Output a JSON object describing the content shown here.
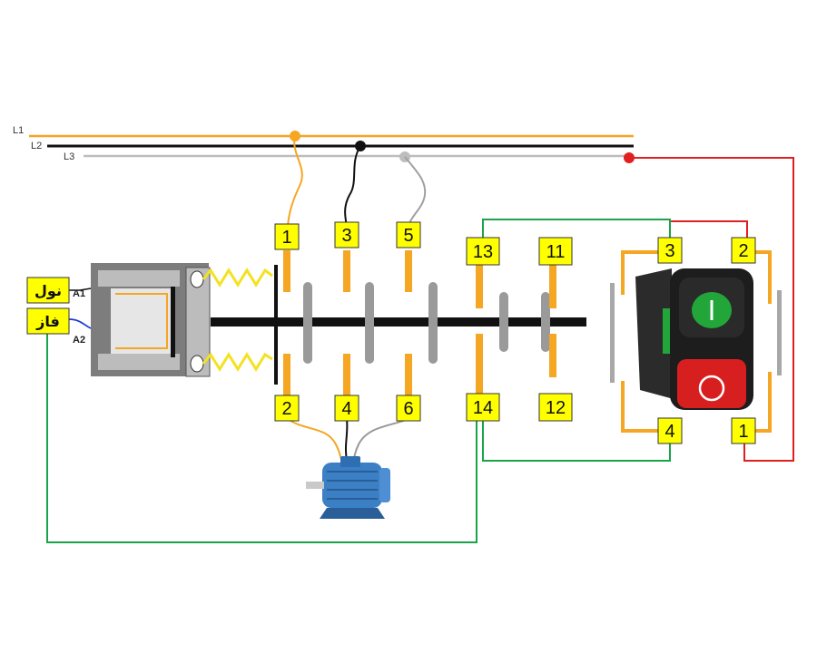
{
  "colors": {
    "L1": "#f5a623",
    "L2": "#111111",
    "L3": "#b8b8b8",
    "control_phase": "#e02020",
    "control_green": "#1aa34a",
    "neutral_blue": "#1a3ccc",
    "contact_orange": "#f5a623",
    "label_yellow": "#ffff00",
    "push_start": "#22a63a",
    "push_stop": "#d81f1f"
  },
  "supply_lines": [
    "L1",
    "L2",
    "L3"
  ],
  "coil": {
    "neutral": "نول",
    "phase": "فاز",
    "a1": "A1",
    "a2": "A2"
  },
  "contacts": {
    "main_top": [
      "1",
      "3",
      "5"
    ],
    "main_bottom": [
      "2",
      "4",
      "6"
    ],
    "aux_no_top": "13",
    "aux_no_bottom": "14",
    "aux_nc_top": "11",
    "aux_nc_bottom": "12"
  },
  "pushbutton": {
    "start_top": "3",
    "start_bottom": "4",
    "stop_top": "2",
    "stop_bottom": "1"
  },
  "icons": [
    "motor-icon",
    "pushbutton-icon",
    "power-symbol-icon"
  ]
}
